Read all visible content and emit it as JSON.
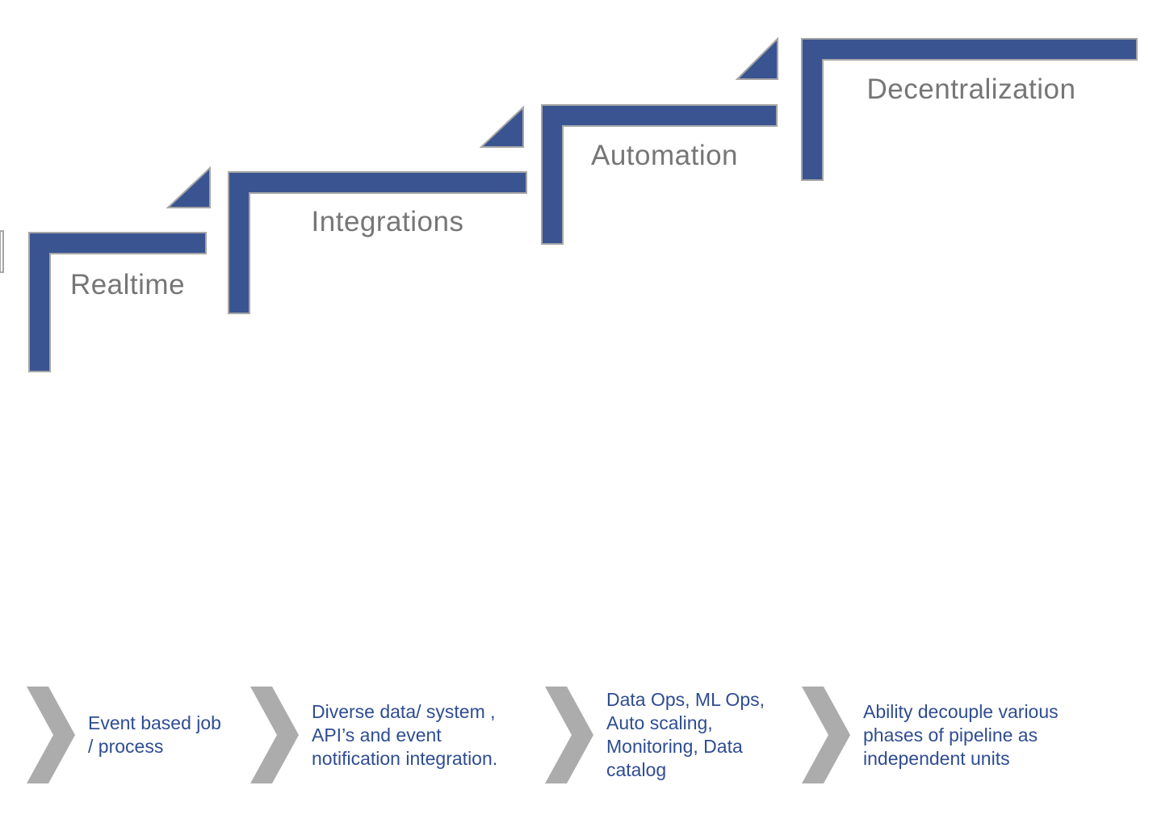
{
  "colors": {
    "step_blue": "#3A5491",
    "outline_gray": "#A6A6A6",
    "chevron_gray": "#ACACAC",
    "step_label_gray": "#767676",
    "description_blue": "#2F4D92"
  },
  "staircase": {
    "steps": [
      {
        "label": "Realtime"
      },
      {
        "label": "Integrations"
      },
      {
        "label": "Automation"
      },
      {
        "label": "Decentralization"
      }
    ]
  },
  "timeline": {
    "items": [
      {
        "description": "Event based job\n/ process"
      },
      {
        "description": "Diverse data/ system ,\nAPI’s and event\nnotification integration."
      },
      {
        "description": "Data Ops, ML Ops,\nAuto scaling,\nMonitoring, Data\ncatalog"
      },
      {
        "description": "Ability decouple various\nphases of pipeline as\nindependent units"
      }
    ]
  }
}
